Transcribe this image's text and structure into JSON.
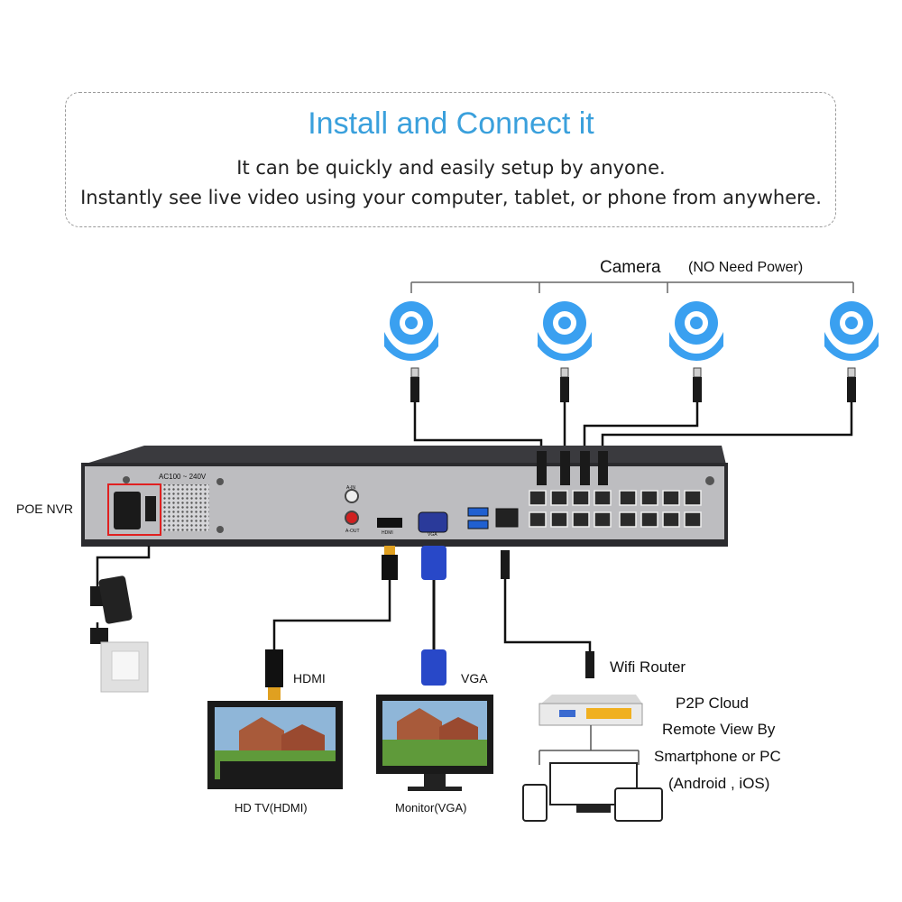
{
  "header": {
    "title": "Install and Connect it",
    "line1": "It can be quickly and easily setup by anyone.",
    "line2": "Instantly see live video using your computer, tablet, or phone from anywhere."
  },
  "camera": {
    "label": "Camera",
    "note": "(NO Need Power)",
    "count": 4,
    "color": "#3aa0f0"
  },
  "nvr": {
    "label": "POE NVR",
    "power_rating": "AC100 ~ 240V",
    "audio_in": "A-IN",
    "audio_out": "A-OUT",
    "hdmi_port": "HDMI",
    "vga_port": "VGA",
    "poe_port_count": 16,
    "power_highlight_color": "#e02020"
  },
  "connections": {
    "hdmi": "HDMI",
    "vga": "VGA",
    "router": "Wifi Router",
    "cloud_lines": [
      "P2P Cloud",
      "Remote View By",
      "Smartphone or PC",
      "(Android , iOS)"
    ]
  },
  "displays": {
    "tv": "HD TV(HDMI)",
    "monitor": "Monitor(VGA)"
  }
}
